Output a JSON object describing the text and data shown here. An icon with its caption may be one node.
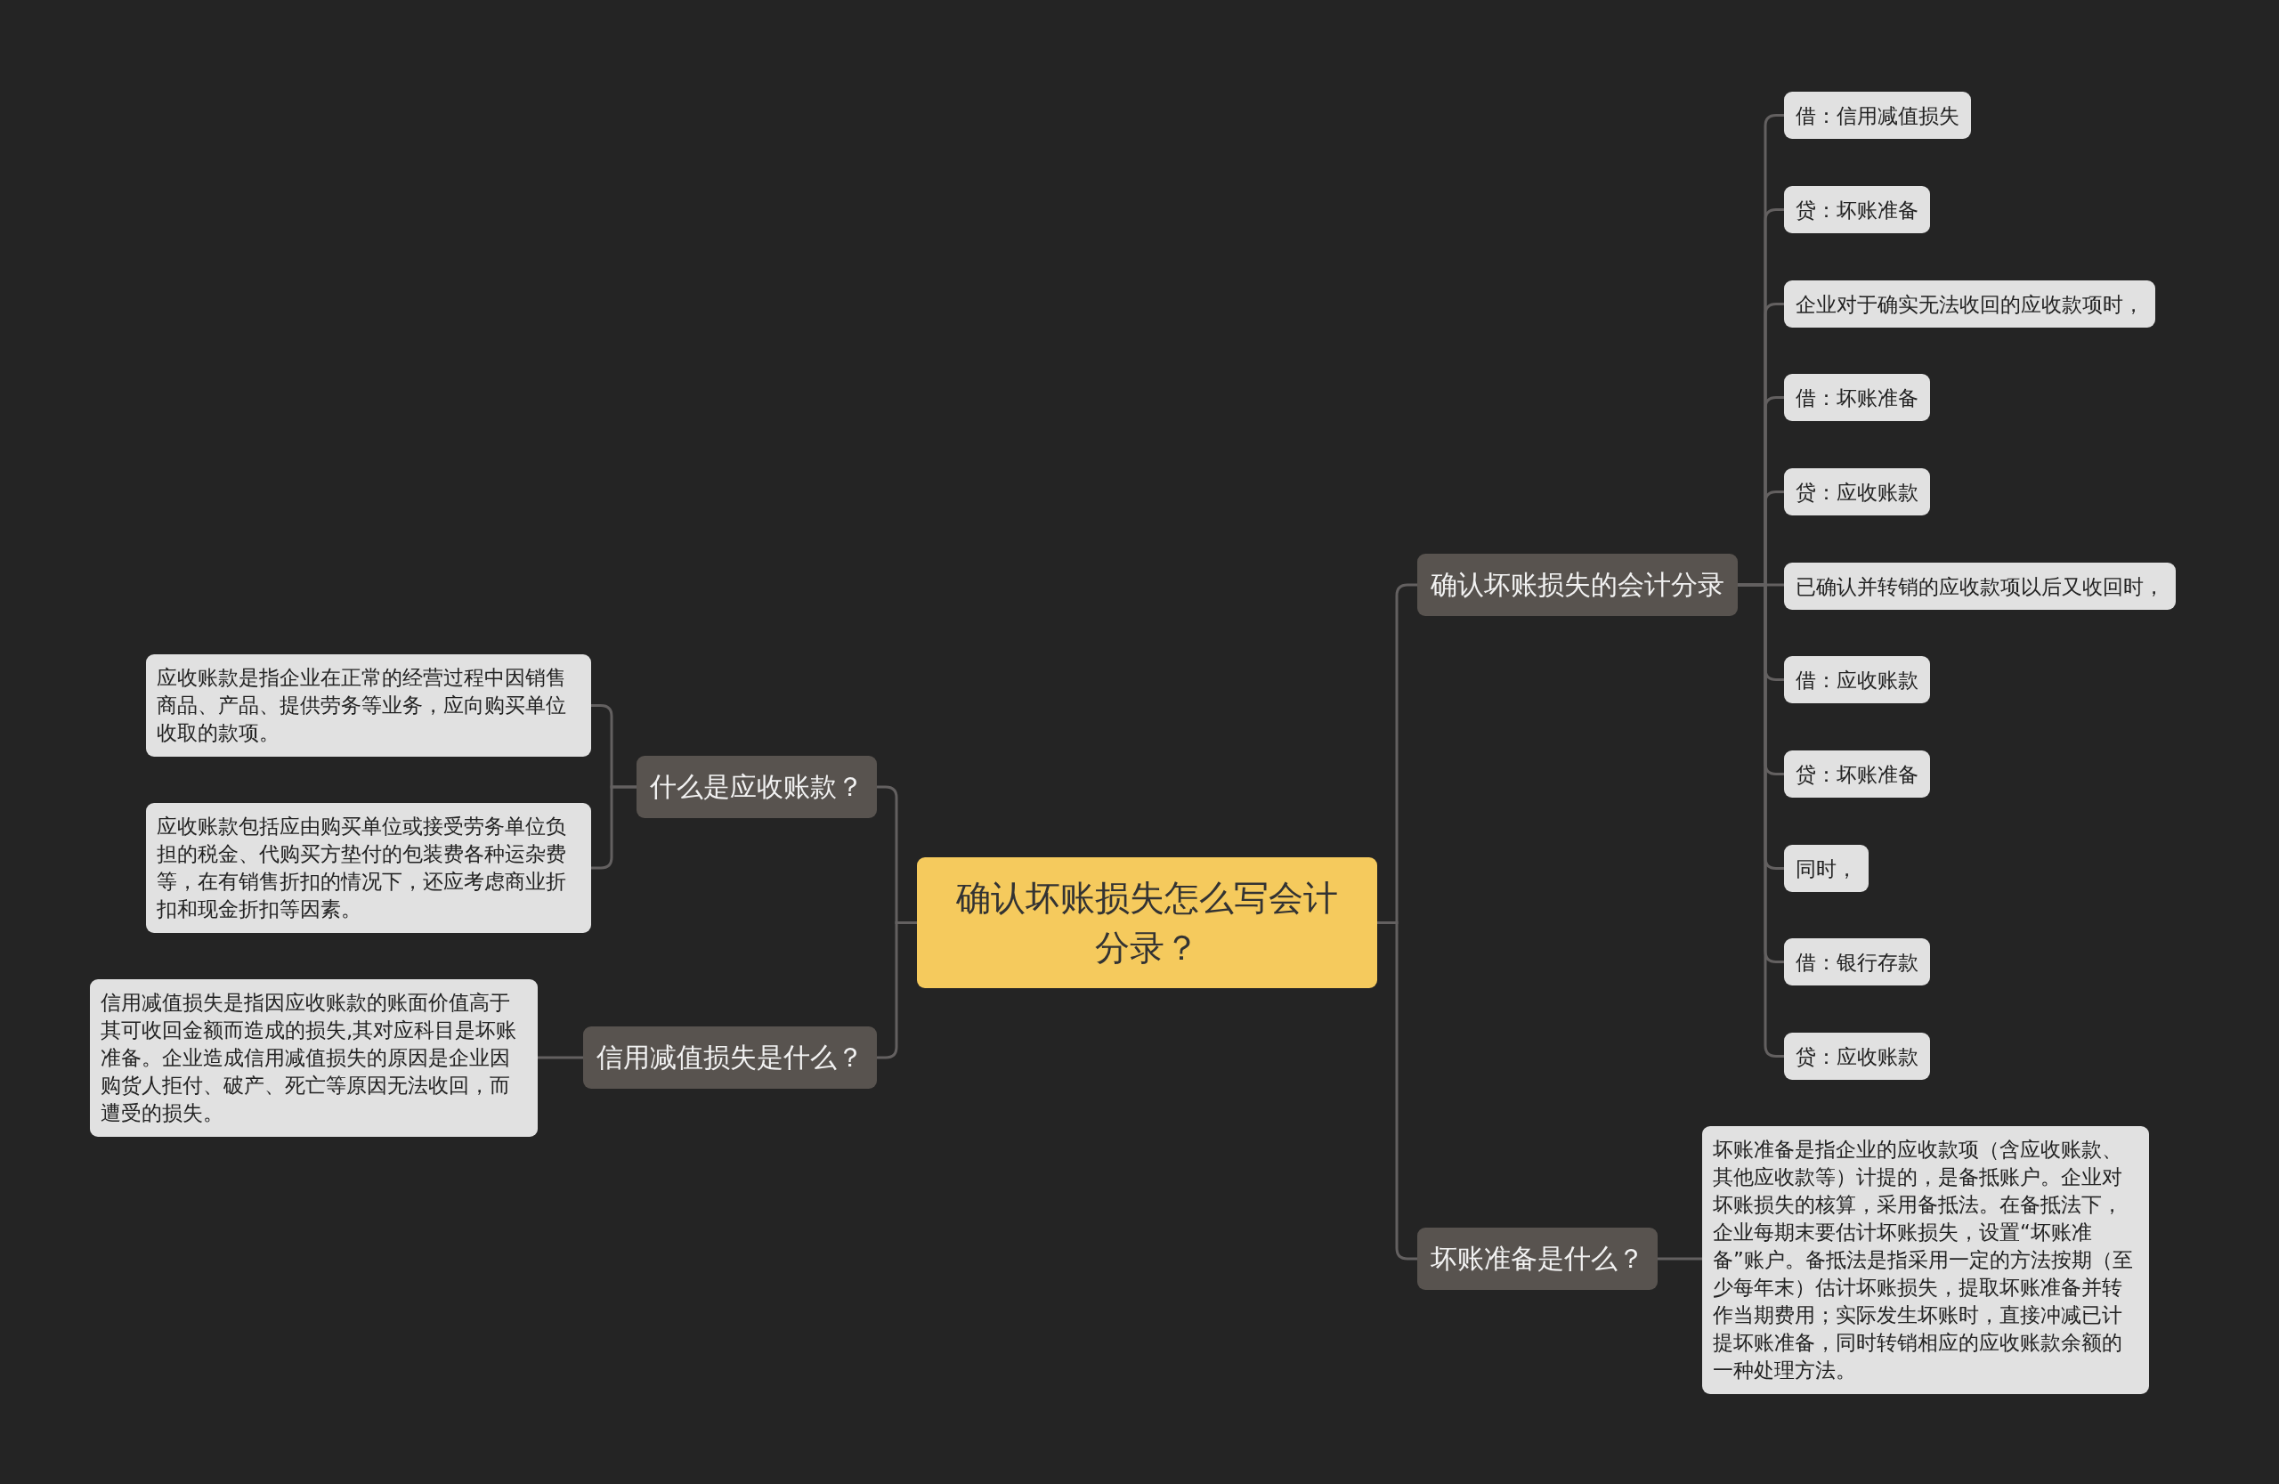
{
  "diagram": {
    "nodes": [
      {
        "text": [
          "确认坏账损失怎么写会计分录？"
        ]
      },
      {
        "text": [
          "什么是应收账款？"
        ]
      },
      {
        "text": [
          "应收账款是指企业在正常的经营过程中因销售商品、产品、提供劳务等业务，应向购买单位收取的款项。"
        ]
      },
      {
        "text": [
          "应收账款包括应由购买单位或接受劳务单位负担的税金、代购买方垫付的包装费各种运杂费等，在有销售折扣的情况下，还应考虑商业折扣和现金折扣等因素。"
        ]
      },
      {
        "text": [
          "信用减值损失是什么？"
        ]
      },
      {
        "text": [
          "信用减值损失是指因应收账款的账面价值高于其可收回金额而造成的损失,其对应科目是坏账准备。企业造成信用减值损失的原因是企业因购货人拒付、破产、死亡等原因无法收回，而遭受的损失。"
        ]
      },
      {
        "text": [
          "确认坏账损失的会计分录"
        ]
      },
      {
        "text": [
          "借：信用减值损失"
        ]
      },
      {
        "text": [
          "贷：坏账准备"
        ]
      },
      {
        "text": [
          "企业对于确实无法收回的应收款项时，"
        ]
      },
      {
        "text": [
          "借：坏账准备"
        ]
      },
      {
        "text": [
          "贷：应收账款"
        ]
      },
      {
        "text": [
          "已确认并转销的应收款项以后又收回时，"
        ]
      },
      {
        "text": [
          "借：应收账款"
        ]
      },
      {
        "text": [
          "贷：坏账准备"
        ]
      },
      {
        "text": [
          "同时，"
        ]
      },
      {
        "text": [
          "借：银行存款"
        ]
      },
      {
        "text": [
          "贷：应收账款"
        ]
      },
      {
        "text": [
          "坏账准备是什么？"
        ]
      },
      {
        "text": [
          "坏账准备是指企业的应收款项（含应收账款、其他应收款等）计提的，是备抵账户。企业对坏账损失的核算，采用备抵法。在备抵法下，企业每期末要估计坏账损失，设置“坏账准备”账户。备抵法是指采用一定的方法按期（至少每年末）估计坏账损失，提取坏账准备并转作当期费用；实际发生坏账时，直接冲减已计提坏账准备，同时转销相应的应收账款余额的一种处理方法。"
        ]
      }
    ],
    "edges": [
      {
        "from": 0,
        "to": 1,
        "arrow": "none"
      },
      {
        "from": 1,
        "to": 2,
        "arrow": "none"
      },
      {
        "from": 1,
        "to": 3,
        "arrow": "none"
      },
      {
        "from": 0,
        "to": 4,
        "arrow": "none"
      },
      {
        "from": 4,
        "to": 5,
        "arrow": "none"
      },
      {
        "from": 0,
        "to": 6,
        "arrow": "none"
      },
      {
        "from": 6,
        "to": 7,
        "arrow": "none"
      },
      {
        "from": 6,
        "to": 8,
        "arrow": "none"
      },
      {
        "from": 6,
        "to": 9,
        "arrow": "none"
      },
      {
        "from": 6,
        "to": 10,
        "arrow": "none"
      },
      {
        "from": 6,
        "to": 11,
        "arrow": "none"
      },
      {
        "from": 6,
        "to": 12,
        "arrow": "none"
      },
      {
        "from": 6,
        "to": 13,
        "arrow": "none"
      },
      {
        "from": 6,
        "to": 14,
        "arrow": "none"
      },
      {
        "from": 6,
        "to": 15,
        "arrow": "none"
      },
      {
        "from": 6,
        "to": 16,
        "arrow": "none"
      },
      {
        "from": 6,
        "to": 17,
        "arrow": "none"
      },
      {
        "from": 0,
        "to": 18,
        "arrow": "none"
      },
      {
        "from": 18,
        "to": 19,
        "arrow": "none"
      }
    ]
  }
}
